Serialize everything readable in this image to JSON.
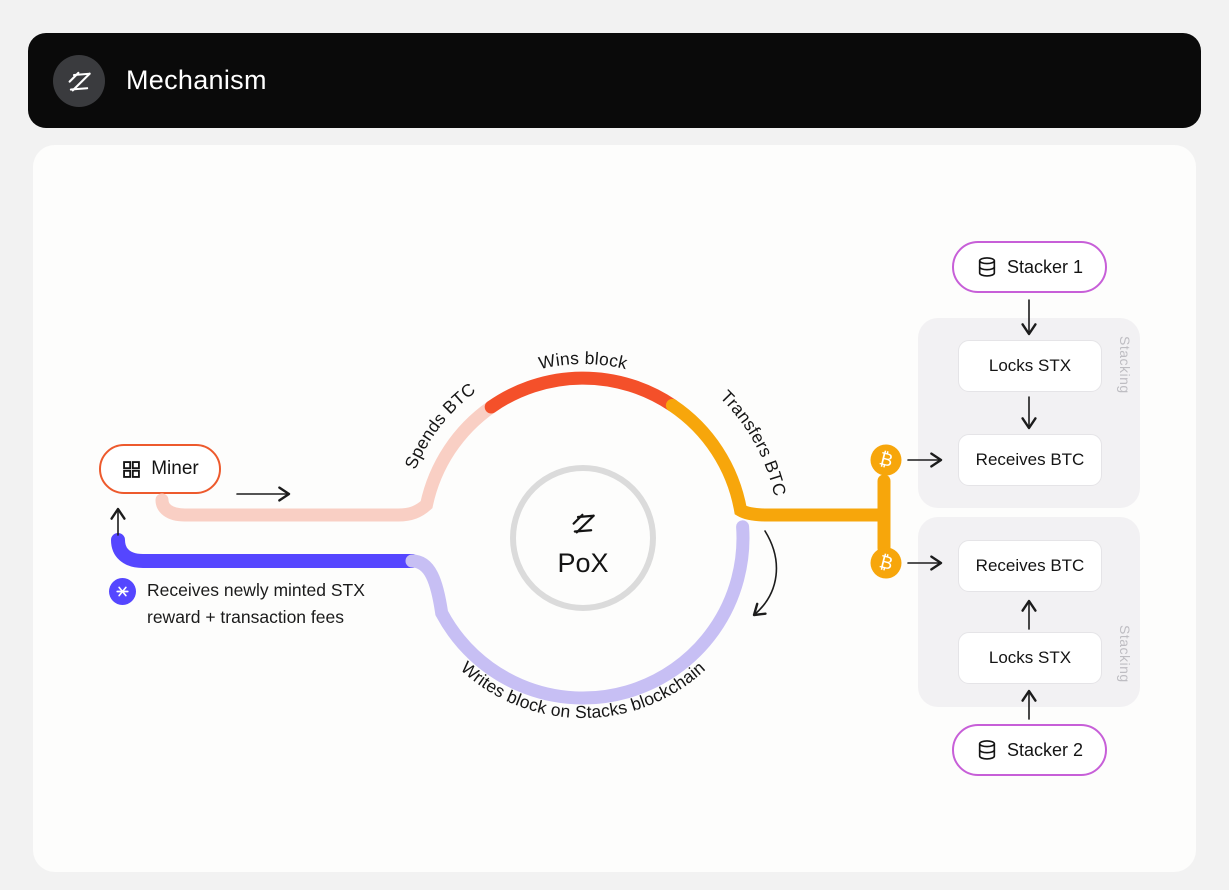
{
  "header": {
    "title": "Mechanism"
  },
  "colors": {
    "indigo": "#5546FF",
    "lavender": "#C7BFF4",
    "pink": "#F9CFC4",
    "red": "#F4502A",
    "amber": "#F7A60B",
    "miner_border": "#ED5A2D",
    "stacker_border": "#C75FD8"
  },
  "miner": {
    "label": "Miner"
  },
  "center": {
    "label": "PoX"
  },
  "flow": {
    "spends_btc": "Spends BTC",
    "wins_block": "Wins block",
    "transfers_btc": "Transfers BTC",
    "writes_block": "Writes block on Stacks blockchain"
  },
  "reward_note": {
    "line1": "Receives newly minted STX",
    "line2": "reward + transaction fees"
  },
  "bitcoin_symbol": "₿",
  "stacker1": {
    "label": "Stacker 1",
    "panel_label": "Stacking",
    "box1": "Locks STX",
    "box2": "Receives BTC"
  },
  "stacker2": {
    "label": "Stacker 2",
    "panel_label": "Stacking",
    "box1": "Receives BTC",
    "box2": "Locks STX"
  }
}
